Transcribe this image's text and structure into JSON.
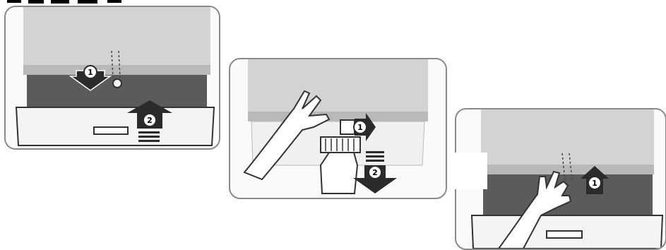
{
  "steps": {
    "panel1": {
      "pull_marker": "1",
      "push_marker": "2"
    },
    "panel2": {
      "slide_marker": "1",
      "drop_marker": "2"
    },
    "panel3": {
      "lift_marker": "1"
    }
  },
  "colors": {
    "lid": "#d3d3d3",
    "lid_edge": "#b9b9b9",
    "cavity": "#5b5b5b",
    "drawer": "#f4f4f4",
    "outline": "#333333",
    "arrow": "#2b2b2b",
    "skin": "#ffffff"
  },
  "icons": [
    "arrow-down-icon",
    "arrow-up-icon",
    "arrow-right-icon",
    "hand-icon",
    "latch-icon",
    "filter-icon"
  ]
}
